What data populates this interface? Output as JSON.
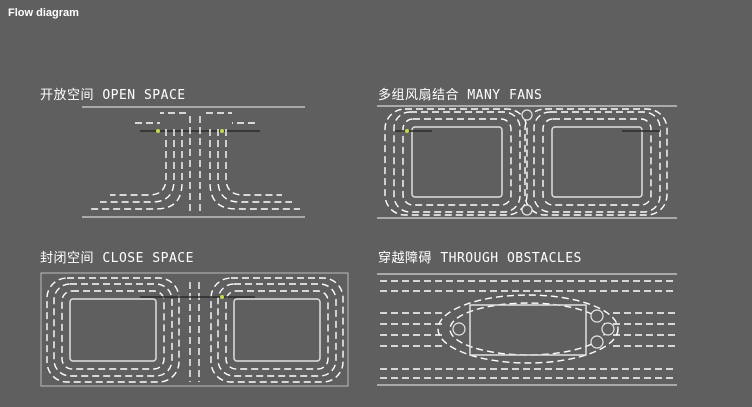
{
  "page_title": "Flow diagram",
  "panels": [
    {
      "label": "开放空间 OPEN SPACE"
    },
    {
      "label": "多组风扇结合 MANY FANS"
    },
    {
      "label": "封闭空间 CLOSE SPACE"
    },
    {
      "label": "穿越障碍 THROUGH OBSTACLES"
    }
  ],
  "colors": {
    "background": "#5f5f5f",
    "lines": "#ffffff"
  }
}
